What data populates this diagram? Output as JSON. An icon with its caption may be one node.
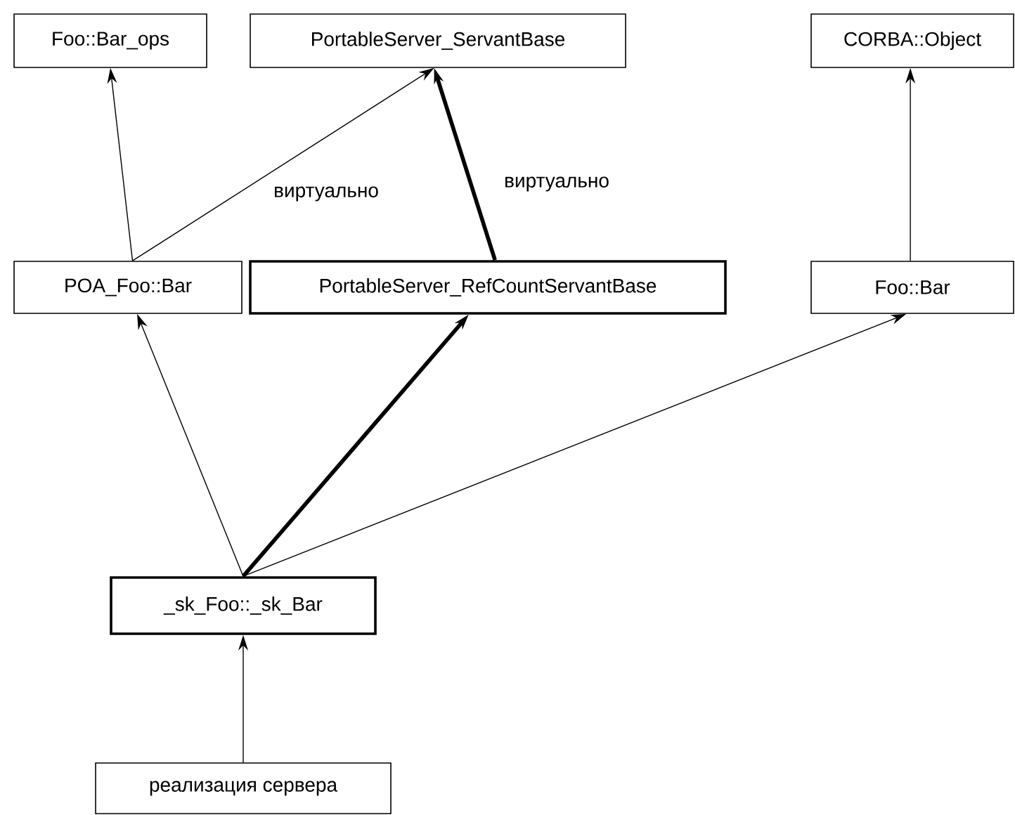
{
  "diagram": {
    "nodes": [
      {
        "text": [
          "Foo::Bar_ops"
        ]
      },
      {
        "text": [
          "PortableServer_ServantBase"
        ]
      },
      {
        "text": [
          "CORBA::Object"
        ]
      },
      {
        "text": [
          "POA_Foo::Bar"
        ]
      },
      {
        "text": [
          "PortableServer_RefCountServantBase"
        ]
      },
      {
        "text": [
          "Foo::Bar"
        ]
      },
      {
        "text": [
          "_sk_Foo::_sk_Bar"
        ]
      },
      {
        "text": [
          "реализация сервера"
        ]
      }
    ],
    "edges": [
      {
        "from": 3,
        "to": 0,
        "arrow": "to"
      },
      {
        "from": 3,
        "to": 1,
        "arrow": "to",
        "label": "виртуально"
      },
      {
        "from": 4,
        "to": 1,
        "arrow": "to",
        "label": "виртуально",
        "style": "thick"
      },
      {
        "from": 5,
        "to": 2,
        "arrow": "to"
      },
      {
        "from": 6,
        "to": 3,
        "arrow": "to"
      },
      {
        "from": 6,
        "to": 4,
        "arrow": "to",
        "style": "thick"
      },
      {
        "from": 6,
        "to": 5,
        "arrow": "to"
      },
      {
        "from": 7,
        "to": 6,
        "arrow": "to"
      }
    ]
  }
}
